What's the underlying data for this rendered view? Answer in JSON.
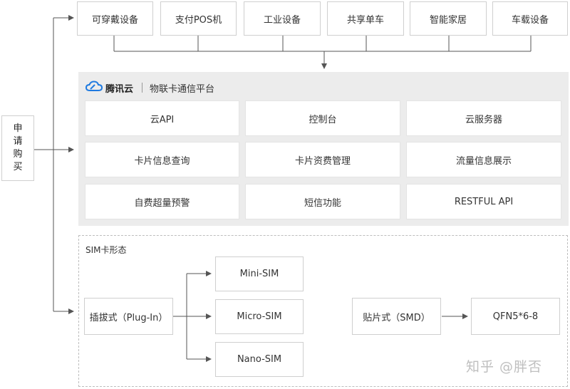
{
  "devices": [
    "可穿戴设备",
    "支付POS机",
    "工业设备",
    "共享单车",
    "智能家居",
    "车载设备"
  ],
  "platform": {
    "brand": "腾讯云",
    "name": "物联卡通信平台",
    "features": [
      [
        "云API",
        "控制台",
        "云服务器"
      ],
      [
        "卡片信息查询",
        "卡片资费管理",
        "流量信息展示"
      ],
      [
        "自费超量预警",
        "短信功能",
        "RESTFUL API"
      ]
    ]
  },
  "sim": {
    "title": "SIM卡形态",
    "plugin_label": "插拔式（Plug-In）",
    "plugin_types": [
      "Mini-SIM",
      "Micro-SIM",
      "Nano-SIM"
    ],
    "smd_label": "贴片式（SMD）",
    "smd_type": "QFN5*6-8"
  },
  "apply_chars": [
    "申",
    "请",
    "购",
    "买"
  ],
  "watermark": "知乎 @胖否",
  "colors": {
    "line": "#555555",
    "panel": "#ececec",
    "logo_blue": "#1f7ae0"
  }
}
